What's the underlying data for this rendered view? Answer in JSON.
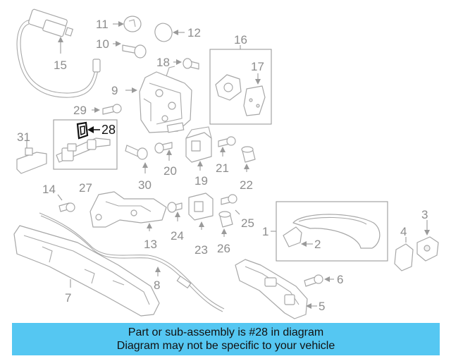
{
  "diagram": {
    "highlighted_part": "28",
    "callouts": {
      "c1": "1",
      "c2": "2",
      "c3": "3",
      "c4": "4",
      "c5": "5",
      "c6": "6",
      "c7": "7",
      "c8": "8",
      "c9": "9",
      "c10": "10",
      "c11": "11",
      "c12": "12",
      "c13": "13",
      "c14": "14",
      "c15": "15",
      "c16": "16",
      "c17": "17",
      "c18": "18",
      "c19": "19",
      "c20": "20",
      "c21": "21",
      "c22": "22",
      "c23": "23",
      "c24": "24",
      "c25": "25",
      "c26": "26",
      "c27": "27",
      "c28": "28",
      "c29": "29",
      "c30": "30",
      "c31": "31"
    }
  },
  "banner": {
    "line1": "Part or sub-assembly is #28 in diagram",
    "line2": "Diagram may not be specific to your vehicle",
    "color": "#55c7f2"
  },
  "colors": {
    "line": "#a7a7a7",
    "label": "#8d8d8d",
    "highlight": "#111111"
  }
}
